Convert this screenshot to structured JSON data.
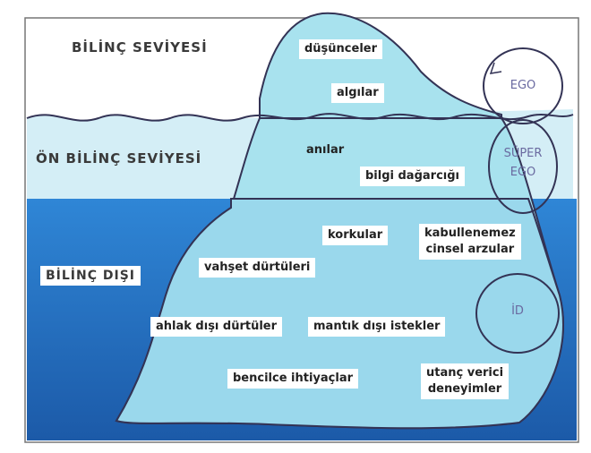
{
  "levels": {
    "conscious": "BİLİNÇ SEVİYESİ",
    "preconscious": "ÖN BİLİNÇ SEVİYESİ",
    "unconscious": "BİLİNÇ DIŞI"
  },
  "contents": {
    "thoughts": "düşünceler",
    "perceptions": "algılar",
    "memories": "anılar",
    "knowledge": "bilgi dağarcığı",
    "fears": "korkular",
    "unacceptable_line1": "kabullenemez",
    "unacceptable_line2": "cinsel arzular",
    "violent_urges": "vahşet dürtüleri",
    "immoral_urges": "ahlak dışı dürtüler",
    "irrational_wishes": "mantık dışı istekler",
    "selfish_needs": "bencilce ihtiyaçlar",
    "shameful_line1": "utanç verici",
    "shameful_line2": "deneyimler"
  },
  "structures": {
    "ego": "EGO",
    "superego_line1": "SÜPER",
    "superego_line2": "EGO",
    "id": "İD"
  },
  "colors": {
    "sea": "#2e7fd0",
    "sea_deep": "#1d5fae",
    "sky_water": "#d4eef6",
    "ice": "#a8e2ee",
    "ice_under": "#9ad8ec",
    "outline": "#333355"
  }
}
